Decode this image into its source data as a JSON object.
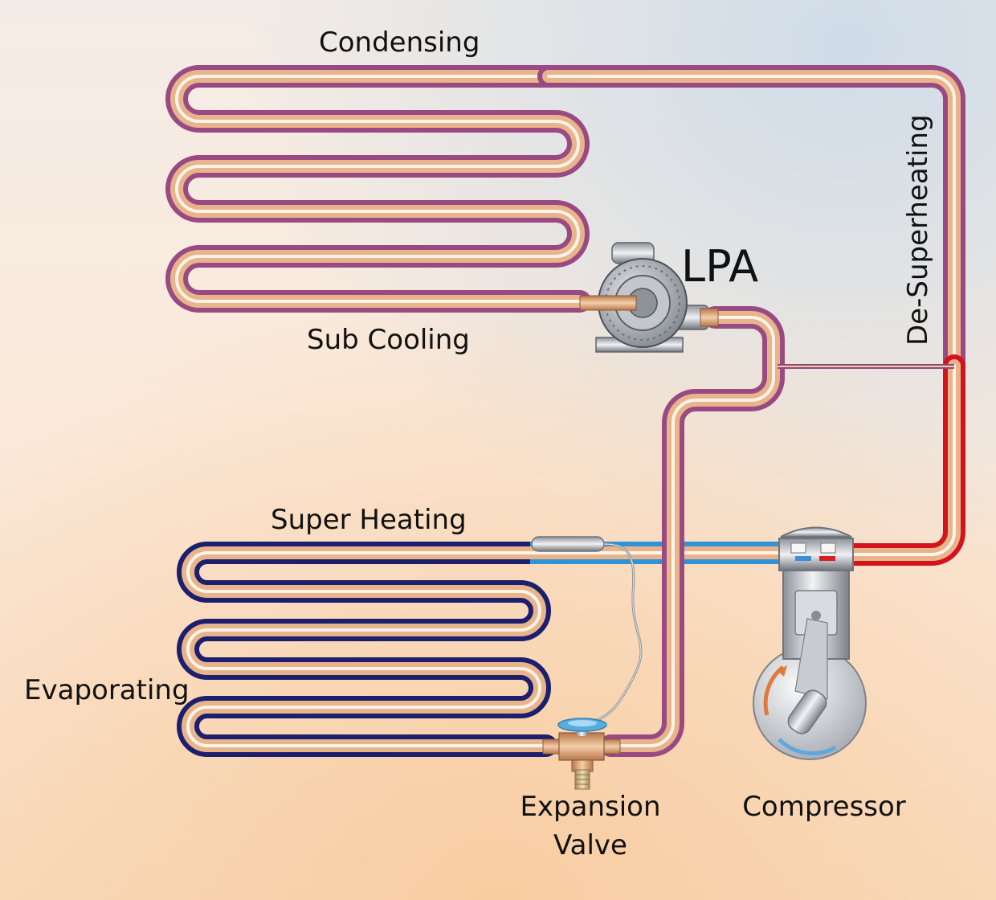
{
  "labels": {
    "condensing": "Condensing",
    "sub_cooling": "Sub Cooling",
    "lpa": "LPA",
    "de_superheating": "De-Superheating",
    "super_heating": "Super Heating",
    "evaporating": "Evaporating",
    "expansion_valve_line1": "Expansion",
    "expansion_valve_line2": "Valve",
    "compressor": "Compressor"
  },
  "colors": {
    "condenser_pipe": "#9a4a82",
    "hot_gas_pipe": "#d4141c",
    "evaporator_pipe": "#1b1f6e",
    "suction_pipe": "#2f93d8",
    "copper_core": "#e7b48c"
  }
}
